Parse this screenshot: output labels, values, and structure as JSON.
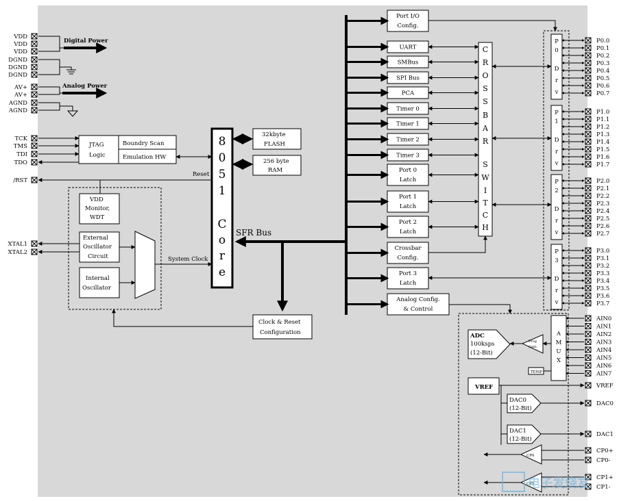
{
  "power": {
    "digital_pins": [
      "VDD",
      "VDD",
      "VDD",
      "DGND",
      "DGND",
      "DGND"
    ],
    "digital_label": "Digital Power",
    "analog_pins": [
      "AV+",
      "AV+",
      "AGND",
      "AGND"
    ],
    "analog_label": "Analog Power"
  },
  "jtag": {
    "pins": [
      "TCK",
      "TMS",
      "TDI",
      "TDO"
    ],
    "logic_line1": "JTAG",
    "logic_line2": "Logic",
    "boundary_scan": "Boundry Scan",
    "emulation_hw": "Emulation HW"
  },
  "reset": {
    "pin": "/RST",
    "label": "Reset"
  },
  "clock": {
    "xtal_pins": [
      "XTAL1",
      "XTAL2"
    ],
    "vdd_monitor": [
      "VDD",
      "Monitor,",
      "WDT"
    ],
    "ext_osc": [
      "External",
      "Oscillator",
      "Circuit"
    ],
    "int_osc": [
      "Internal",
      "Oscillator"
    ],
    "system_clock": "System Clock",
    "clock_reset": [
      "Clock & Reset",
      "Configuration"
    ]
  },
  "core": {
    "label": [
      "8",
      "0",
      "5",
      "1",
      "C",
      "o",
      "r",
      "e"
    ],
    "sfr_bus": "SFR Bus"
  },
  "memory": {
    "flash": [
      "32kbyte",
      "FLASH"
    ],
    "ram": [
      "256 byte",
      "RAM"
    ]
  },
  "peripherals": {
    "port_io": [
      "Port I/O",
      "Config."
    ],
    "uart": "UART",
    "smbus": "SMBus",
    "spi": "SPI Bus",
    "pca": "PCA",
    "timers": [
      "Timer 0",
      "Timer 1",
      "Timer 2",
      "Timer 3"
    ],
    "latches": [
      [
        "Port 0",
        "Latch"
      ],
      [
        "Port 1",
        "Latch"
      ],
      [
        "Port 2",
        "Latch"
      ],
      [
        "Port 3",
        "Latch"
      ]
    ],
    "crossbar_config": [
      "Crossbar",
      "Config."
    ],
    "analog_config": [
      "Analog Config.",
      "& Control"
    ]
  },
  "crossbar": {
    "letters": [
      "C",
      "R",
      "O",
      "S",
      "S",
      "B",
      "A",
      "R",
      "S",
      "W",
      "I",
      "T",
      "C",
      "H"
    ]
  },
  "ports": {
    "p0": {
      "label": [
        "P",
        "0",
        "D",
        "r",
        "v"
      ],
      "pins": [
        "P0.0",
        "P0.1",
        "P0.2",
        "P0.3",
        "P0.4",
        "P0.5",
        "P0.6",
        "P0.7"
      ]
    },
    "p1": {
      "label": [
        "P",
        "1",
        "D",
        "r",
        "v"
      ],
      "pins": [
        "P1.0",
        "P1.1",
        "P1.2",
        "P1.3",
        "P1.4",
        "P1.5",
        "P1.6",
        "P1.7"
      ]
    },
    "p2": {
      "label": [
        "P",
        "2",
        "D",
        "r",
        "v"
      ],
      "pins": [
        "P2.0",
        "P2.1",
        "P2.2",
        "P2.3",
        "P2.4",
        "P2.5",
        "P2.6",
        "P2.7"
      ]
    },
    "p3": {
      "label": [
        "P",
        "3",
        "D",
        "r",
        "v"
      ],
      "pins": [
        "P3.0",
        "P3.1",
        "P3.2",
        "P3.3",
        "P3.4",
        "P3.5",
        "P3.6",
        "P3.7"
      ]
    }
  },
  "analog": {
    "amux_letters": [
      "A",
      "M",
      "U",
      "X"
    ],
    "ain_pins": [
      "AIN0",
      "AIN1",
      "AIN2",
      "AIN3",
      "AIN4",
      "AIN5",
      "AIN6",
      "AIN7"
    ],
    "adc": [
      "ADC",
      "100ksps",
      "(12-Bit)"
    ],
    "prog_gain": [
      "Prog",
      "Gain"
    ],
    "temp": "TEMP",
    "vref": "VREF",
    "vref_pin": "VREF",
    "dac0": [
      "DAC0",
      "(12-Bit)"
    ],
    "dac1": [
      "DAC1",
      "(12-Bit)"
    ],
    "dac0_pin": "DAC0",
    "dac1_pin": "DAC1",
    "cp0": "CP0",
    "cp1": "CP1",
    "cp0_pins": [
      "CP0+",
      "CP0-"
    ],
    "cp1_pins": [
      "CP1+",
      "CP1-"
    ]
  },
  "watermark": "电子发烧友"
}
